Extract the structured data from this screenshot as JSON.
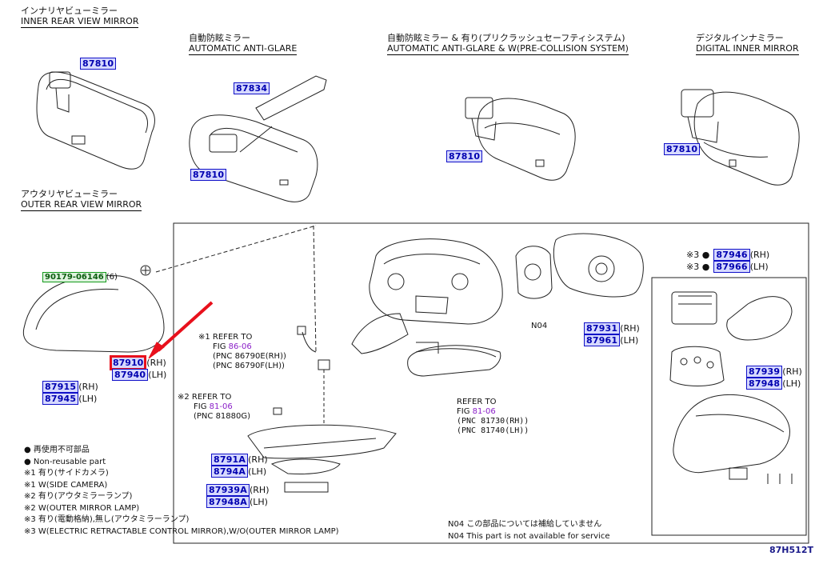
{
  "sections": {
    "inner": {
      "jp": "インナリヤビューミラー",
      "en": "INNER REAR VIEW MIRROR"
    },
    "outer": {
      "jp": "アウタリヤビューミラー",
      "en": "OUTER REAR VIEW MIRROR"
    }
  },
  "variants": [
    {
      "jp": "自動防眩ミラー",
      "en": "AUTOMATIC ANTI-GLARE"
    },
    {
      "jp": "自動防眩ミラー & 有り(プリクラッシュセーフティシステム)",
      "en": "AUTOMATIC ANTI-GLARE & W(PRE-COLLISION SYSTEM)"
    },
    {
      "jp": "デジタルインナミラー",
      "en": "DIGITAL INNER MIRROR"
    }
  ],
  "parts": {
    "p87810_a": "87810",
    "p87834": "87834",
    "p87810_b": "87810",
    "p87810_c": "87810",
    "p87810_d": "87810",
    "p90179": "90179-06146",
    "p90179_qty": "(6)",
    "p87910": "87910",
    "p87910_side": "(RH)",
    "p87940": "87940",
    "p87940_side": "(LH)",
    "p87915": "87915",
    "p87915_side": "(RH)",
    "p87945": "87945",
    "p87945_side": "(LH)",
    "p8791A": "8791A",
    "p8791A_side": "(RH)",
    "p8794A": "8794A",
    "p8794A_side": "(LH)",
    "p87939A": "87939A",
    "p87939A_side": "(RH)",
    "p87948A": "87948A",
    "p87948A_side": "(LH)",
    "p87931": "87931",
    "p87931_side": "(RH)",
    "p87961": "87961",
    "p87961_side": "(LH)",
    "p87946": "87946",
    "p87946_side": "(RH)",
    "p87966": "87966",
    "p87966_side": "(LH)",
    "p87939": "87939",
    "p87939_side": "(RH)",
    "p87948": "87948",
    "p87948_side": "(LH)",
    "mark3_a": "※3 ●",
    "mark3_b": "※3 ●"
  },
  "refs": {
    "ref1_line1": "※1 REFER TO",
    "ref1_fig": "FIG",
    "ref1_link": "86-06",
    "ref1_pnc1": "(PNC 86790E(RH))",
    "ref1_pnc2": "(PNC 86790F(LH))",
    "ref2_line1": "※2 REFER TO",
    "ref2_fig": "FIG",
    "ref2_link": "81-06",
    "ref2_pnc": "(PNC 81880G)",
    "ref3_line1": "REFER TO",
    "ref3_fig": "FIG",
    "ref3_link": "81-06",
    "ref3_pnc1": "(PNC 81730(RH))",
    "ref3_pnc2": "(PNC 81740(LH))",
    "n04_label": "N04"
  },
  "legend": [
    "● 再使用不可部品",
    "● Non-reusable part",
    "※1 有り(サイドカメラ)",
    "※1 W(SIDE CAMERA)",
    "※2 有り(アウタミラーランプ)",
    "※2 W(OUTER MIRROR LAMP)",
    "※3 有り(電動格納),無し(アウタミラーランプ)",
    "※3 W(ELECTRIC RETRACTABLE CONTROL MIRROR),W/O(OUTER MIRROR LAMP)"
  ],
  "notes": {
    "n04_jp": "N04 この部品については補給していません",
    "n04_en": "N04 This part is not available for service"
  },
  "figure_code": "87H512T",
  "colors": {
    "link_box": "#1010c8",
    "link_fill": "#d6d9ff",
    "selected": "#e8101c",
    "green": "#149a1c",
    "purple": "#8a1ec8"
  }
}
